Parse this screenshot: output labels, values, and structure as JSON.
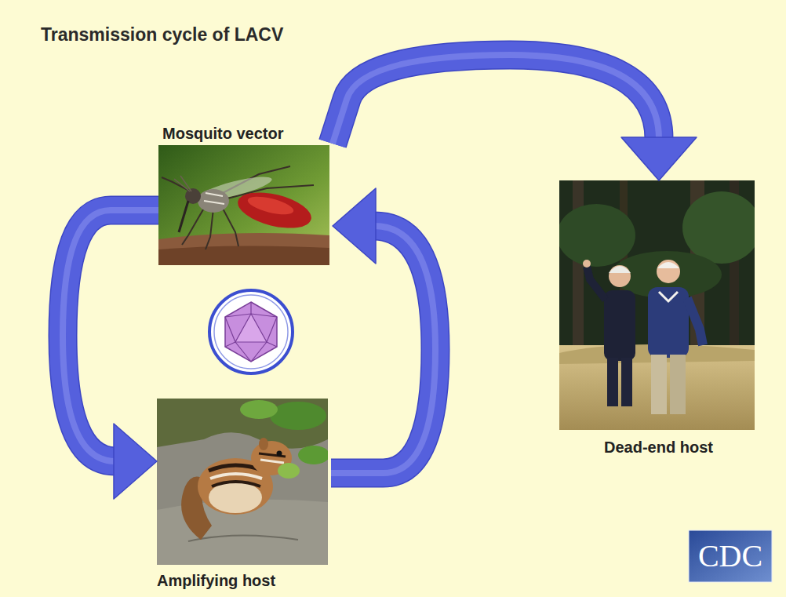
{
  "diagram": {
    "title": "Transmission cycle of LACV",
    "nodes": [
      {
        "text": [
          "Mosquito vector"
        ]
      },
      {
        "text": [
          "Amplifying host"
        ]
      },
      {
        "text": [
          "Dead-end host"
        ]
      }
    ],
    "edges": [
      {
        "from": 0,
        "to": 1,
        "arrow": "to"
      },
      {
        "from": 1,
        "to": 0,
        "arrow": "to"
      },
      {
        "from": 0,
        "to": 2,
        "arrow": "to"
      }
    ],
    "labels": [
      "CDC"
    ]
  }
}
